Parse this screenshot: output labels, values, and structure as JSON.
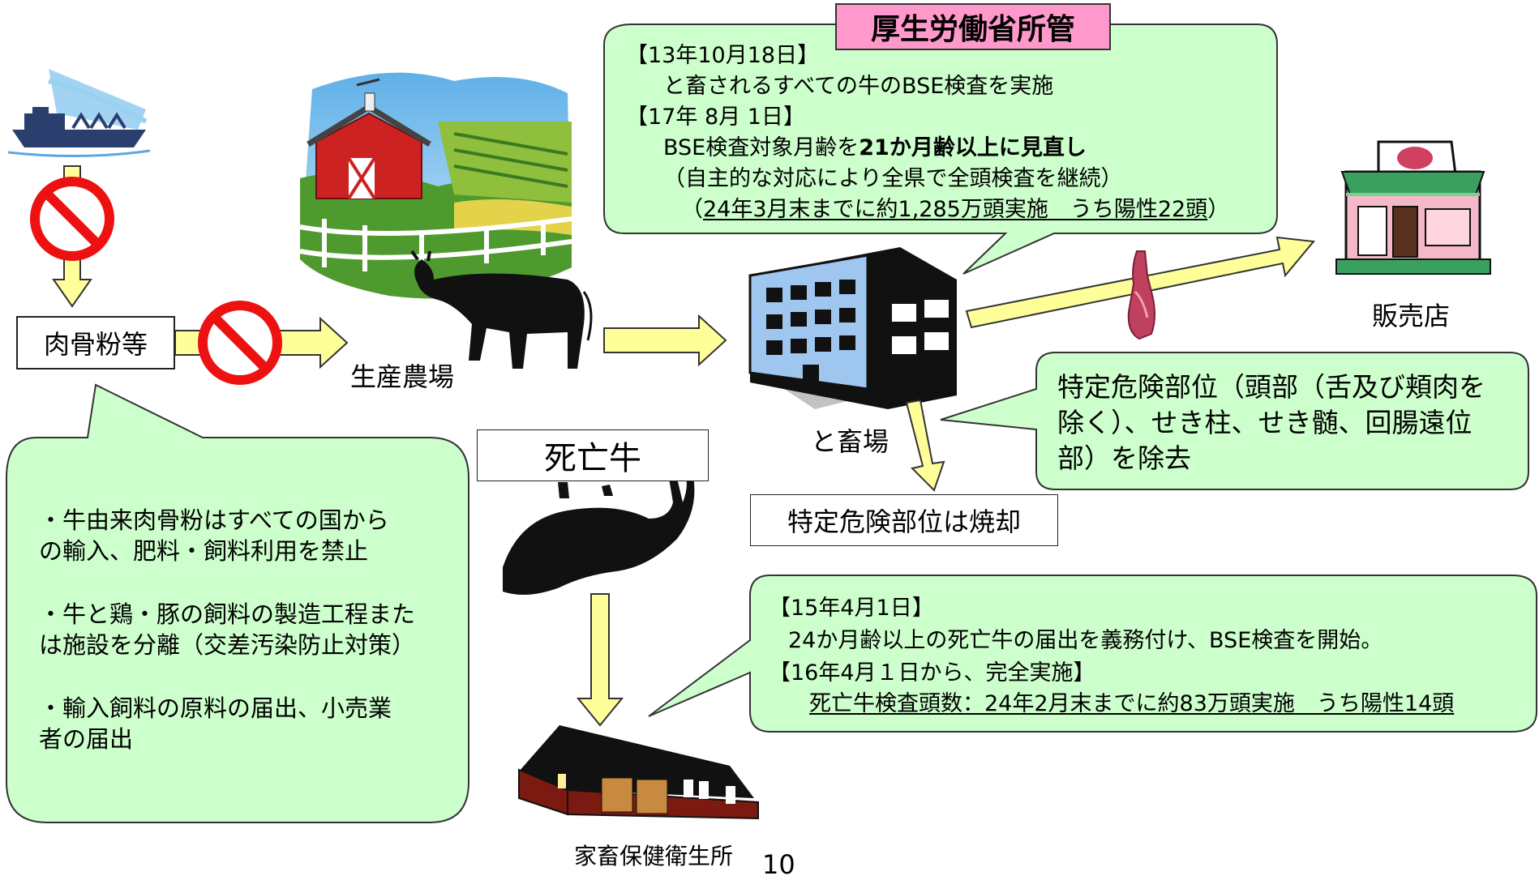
{
  "header_badge": "厚生労働省所管",
  "feed": {
    "label": "肉骨粉等"
  },
  "farm": {
    "label": "生産農場"
  },
  "slaughterhouse": {
    "label": "と畜場"
  },
  "store": {
    "label": "販売店"
  },
  "dead_cattle": {
    "label": "死亡牛"
  },
  "health_center": {
    "label": "家畜保健衛生所"
  },
  "incinerate": {
    "label": "特定危険部位は焼却"
  },
  "ministry_callout": {
    "date1": "【13年10月18日】",
    "line1": "と畜されるすべての牛のBSE検査を実施",
    "date2": "【17年 8月 1日】",
    "line2_a": "BSE検査対象月齢を",
    "line2_b": "21か月齢以上に見直し",
    "line3": "（自主的な対応により全県で全頭検査を継続）",
    "line4": "（",
    "line4_ul": "24年3月末までに約1,285万頭実施　うち陽性22頭",
    "line4_end": "）"
  },
  "srm_callout": {
    "line1": "特定危険部位（頭部（舌及び頬肉を",
    "line2": "除く）、せき柱、せき髄、回腸遠位",
    "line3": "部）を除去"
  },
  "feed_callout": {
    "item1_l1": "・牛由来肉骨粉はすべての国から",
    "item1_l2": "の輸入、肥料・飼料利用を禁止",
    "item2_l1": "・牛と鶏・豚の飼料の製造工程また",
    "item2_l2": "は施設を分離（交差汚染防止対策）",
    "item3_l1": "・輸入飼料の原料の届出、小売業",
    "item3_l2": "者の届出"
  },
  "dead_callout": {
    "date1": "【15年4月1日】",
    "line1": "24か月齢以上の死亡牛の届出を義務付け、BSE検査を開始。",
    "date2": "【16年4月１日から、完全実施】",
    "line2": "死亡牛検査頭数：24年2月末までに約83万頭実施　うち陽性14頭"
  },
  "page_number": "10",
  "colors": {
    "callout_fill": "#ccffcc",
    "arrow_fill": "#ffff99",
    "badge_fill": "#ff99cc",
    "prohibit_red": "#ee1111"
  },
  "icons": [
    "ship-icon",
    "prohibited-icon",
    "barn-farm-icon",
    "cow-icon",
    "building-icon",
    "meat-carcass-icon",
    "shop-icon",
    "dead-cow-icon",
    "health-center-barn-icon"
  ]
}
